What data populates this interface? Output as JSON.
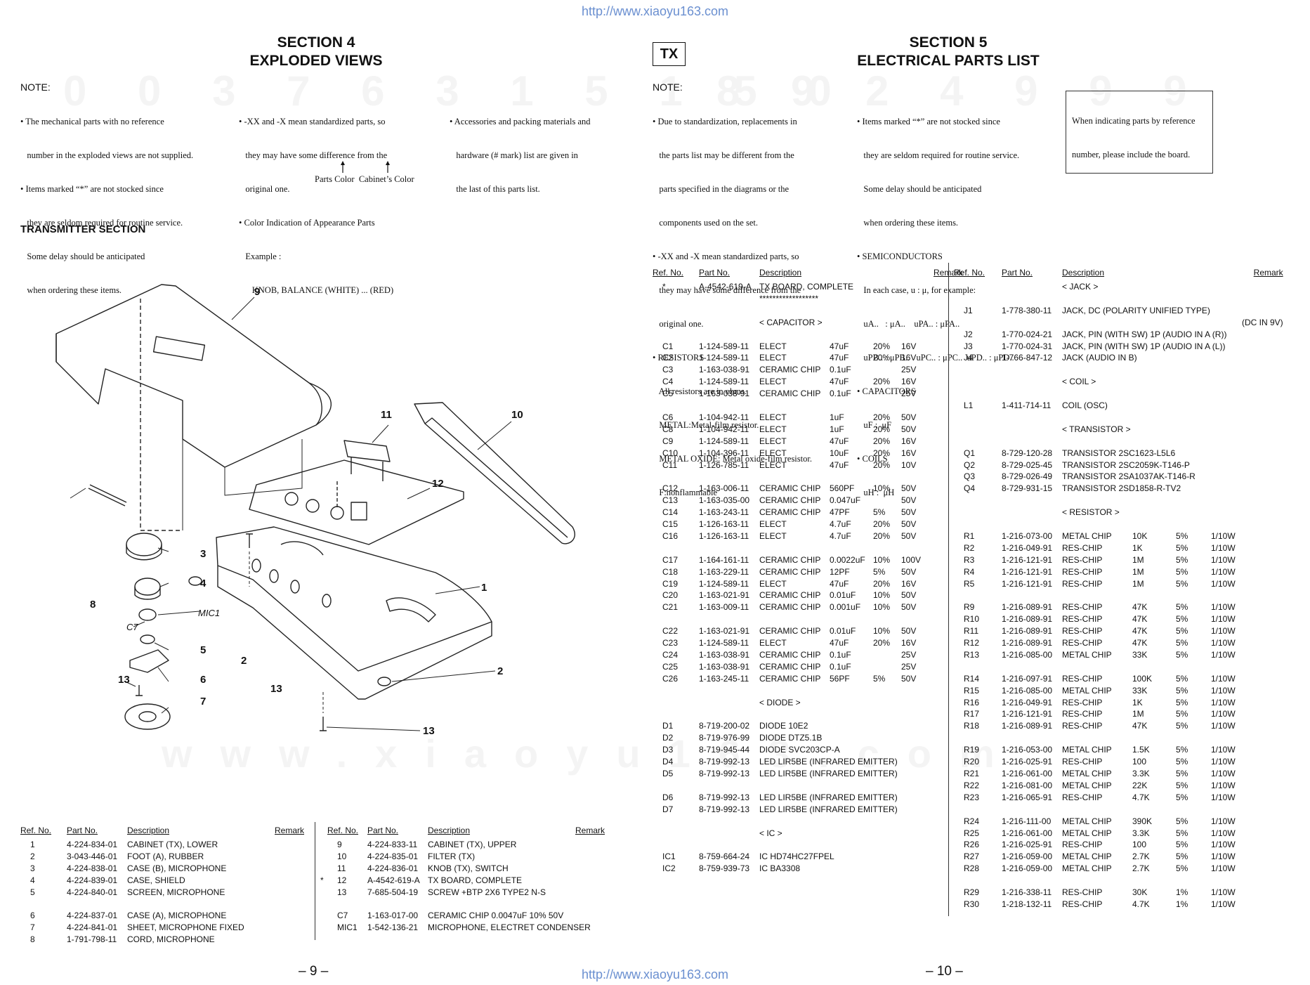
{
  "header": {
    "url_top": "http://www.xiaoyu163.com",
    "url_bottom": "http://www.xiaoyu163.com"
  },
  "left": {
    "section_title": [
      "SECTION 4",
      "EXPLODED VIEWS"
    ],
    "note_label": "NOTE:",
    "note_col1": [
      "• The mechanical parts with no reference",
      "   number in the exploded views are not supplied.",
      "• Items marked “*” are not stocked since",
      "   they are seldom required for routine service.",
      "   Some delay should be anticipated",
      "   when ordering these items."
    ],
    "note_col2": [
      "• -XX and -X mean standardized parts, so",
      "   they may have some difference from the",
      "   original one.",
      "• Color Indication of Appearance Parts",
      "   Example :",
      "      KNOB, BALANCE (WHITE) ... (RED)"
    ],
    "color_caption": "Parts Color  Cabinet’s Color",
    "note_col3": [
      "• Accessories and packing materials and",
      "   hardware (# mark) list are given in",
      "   the last of this parts list."
    ],
    "subsection": "TRANSMITTER SECTION",
    "diagram_labels": [
      "9",
      "11",
      "10",
      "12",
      "3",
      "4",
      "MIC1",
      "8",
      "C7",
      "1",
      "5",
      "2",
      "6",
      "13",
      "7",
      "2",
      "13",
      "13"
    ],
    "table_headers": [
      "Ref. No.",
      "Part No.",
      "Description",
      "Remark"
    ],
    "table1": [
      [
        "1",
        "4-224-834-01",
        "CABINET (TX), LOWER"
      ],
      [
        "2",
        "3-043-446-01",
        "FOOT (A), RUBBER"
      ],
      [
        "3",
        "4-224-838-01",
        "CASE (B), MICROPHONE"
      ],
      [
        "4",
        "4-224-839-01",
        "CASE, SHIELD"
      ],
      [
        "5",
        "4-224-840-01",
        "SCREEN, MICROPHONE"
      ],
      [
        "",
        "",
        ""
      ],
      [
        "6",
        "4-224-837-01",
        "CASE (A), MICROPHONE"
      ],
      [
        "7",
        "4-224-841-01",
        "SHEET, MICROPHONE FIXED"
      ],
      [
        "8",
        "1-791-798-11",
        "CORD, MICROPHONE"
      ]
    ],
    "table2": [
      [
        "",
        "9",
        "4-224-833-11",
        "CABINET (TX), UPPER"
      ],
      [
        "",
        "10",
        "4-224-835-01",
        "FILTER (TX)"
      ],
      [
        "",
        "11",
        "4-224-836-01",
        "KNOB (TX), SWITCH"
      ],
      [
        "*",
        "12",
        "A-4542-619-A",
        "TX BOARD, COMPLETE"
      ],
      [
        "",
        "13",
        "7-685-504-19",
        "SCREW +BTP 2X6 TYPE2 N-S"
      ],
      [
        "",
        "",
        "",
        ""
      ],
      [
        "",
        "C7",
        "1-163-017-00",
        "CERAMIC CHIP     0.0047uF   10%       50V"
      ],
      [
        "",
        "MIC1",
        "1-542-136-21",
        "MICROPHONE, ELECTRET CONDENSER"
      ]
    ],
    "page_no": "– 9 –"
  },
  "right": {
    "tx_box": "TX",
    "section_title": [
      "SECTION 5",
      "ELECTRICAL PARTS LIST"
    ],
    "note_label": "NOTE:",
    "note_col1": [
      "• Due to standardization, replacements in",
      "   the parts list may be different from the",
      "   parts specified in the diagrams or the",
      "   components used on the set.",
      "• -XX and -X mean standardized parts, so",
      "   they may have some difference from the",
      "   original one.",
      "• RESISTORS",
      "   All resistors are in ohms.",
      "   METAL:Metal-film resistor.",
      "   METAL OXIDE: Metal oxide-film resistor.",
      "   F:nonflammable"
    ],
    "note_col2": [
      "• Items marked “*” are not stocked since",
      "   they are seldom required for routine service.",
      "   Some delay should be anticipated",
      "   when ordering these items.",
      "• SEMICONDUCTORS",
      "   In each case, u : μ, for example:",
      "   uA..   : μA..    uPA.. : μPA..",
      "   uPB.. : μPB..   uPC.. : μPC..  uPD.. : μPD..",
      "• CAPACITORS",
      "   uF :  μF",
      "• COILS",
      "   uH :  μH"
    ],
    "box_note": [
      "When indicating parts by reference",
      "number, please include the board."
    ],
    "table_headers": [
      "Ref. No.",
      "Part No.",
      "Description",
      "Remark"
    ],
    "table_left": [
      [
        "*",
        "A-4542-619-A",
        "TX BOARD, COMPLETE",
        "",
        "",
        "",
        ""
      ],
      [
        "",
        "",
        "******************",
        "",
        "",
        "",
        ""
      ],
      [
        "",
        "",
        "",
        "",
        "",
        "",
        ""
      ],
      [
        "",
        "",
        "< CAPACITOR >",
        "",
        "",
        "",
        ""
      ],
      [
        "",
        "",
        "",
        "",
        "",
        "",
        ""
      ],
      [
        "C1",
        "1-124-589-11",
        "ELECT",
        "47uF",
        "20%",
        "16V",
        ""
      ],
      [
        "C2",
        "1-124-589-11",
        "ELECT",
        "47uF",
        "20%",
        "16V",
        ""
      ],
      [
        "C3",
        "1-163-038-91",
        "CERAMIC CHIP",
        "0.1uF",
        "",
        "25V",
        ""
      ],
      [
        "C4",
        "1-124-589-11",
        "ELECT",
        "47uF",
        "20%",
        "16V",
        ""
      ],
      [
        "C5",
        "1-163-038-91",
        "CERAMIC CHIP",
        "0.1uF",
        "",
        "25V",
        ""
      ],
      [
        "",
        "",
        "",
        "",
        "",
        "",
        ""
      ],
      [
        "C6",
        "1-104-942-11",
        "ELECT",
        "1uF",
        "20%",
        "50V",
        ""
      ],
      [
        "C8",
        "1-104-942-11",
        "ELECT",
        "1uF",
        "20%",
        "50V",
        ""
      ],
      [
        "C9",
        "1-124-589-11",
        "ELECT",
        "47uF",
        "20%",
        "16V",
        ""
      ],
      [
        "C10",
        "1-104-396-11",
        "ELECT",
        "10uF",
        "20%",
        "16V",
        ""
      ],
      [
        "C11",
        "1-126-785-11",
        "ELECT",
        "47uF",
        "20%",
        "10V",
        ""
      ],
      [
        "",
        "",
        "",
        "",
        "",
        "",
        ""
      ],
      [
        "C12",
        "1-163-006-11",
        "CERAMIC CHIP",
        "560PF",
        "10%",
        "50V",
        ""
      ],
      [
        "C13",
        "1-163-035-00",
        "CERAMIC CHIP",
        "0.047uF",
        "",
        "50V",
        ""
      ],
      [
        "C14",
        "1-163-243-11",
        "CERAMIC CHIP",
        "47PF",
        "5%",
        "50V",
        ""
      ],
      [
        "C15",
        "1-126-163-11",
        "ELECT",
        "4.7uF",
        "20%",
        "50V",
        ""
      ],
      [
        "C16",
        "1-126-163-11",
        "ELECT",
        "4.7uF",
        "20%",
        "50V",
        ""
      ],
      [
        "",
        "",
        "",
        "",
        "",
        "",
        ""
      ],
      [
        "C17",
        "1-164-161-11",
        "CERAMIC CHIP",
        "0.0022uF",
        "10%",
        "100V",
        ""
      ],
      [
        "C18",
        "1-163-229-11",
        "CERAMIC CHIP",
        "12PF",
        "5%",
        "50V",
        ""
      ],
      [
        "C19",
        "1-124-589-11",
        "ELECT",
        "47uF",
        "20%",
        "16V",
        ""
      ],
      [
        "C20",
        "1-163-021-91",
        "CERAMIC CHIP",
        "0.01uF",
        "10%",
        "50V",
        ""
      ],
      [
        "C21",
        "1-163-009-11",
        "CERAMIC CHIP",
        "0.001uF",
        "10%",
        "50V",
        ""
      ],
      [
        "",
        "",
        "",
        "",
        "",
        "",
        ""
      ],
      [
        "C22",
        "1-163-021-91",
        "CERAMIC CHIP",
        "0.01uF",
        "10%",
        "50V",
        ""
      ],
      [
        "C23",
        "1-124-589-11",
        "ELECT",
        "47uF",
        "20%",
        "16V",
        ""
      ],
      [
        "C24",
        "1-163-038-91",
        "CERAMIC CHIP",
        "0.1uF",
        "",
        "25V",
        ""
      ],
      [
        "C25",
        "1-163-038-91",
        "CERAMIC CHIP",
        "0.1uF",
        "",
        "25V",
        ""
      ],
      [
        "C26",
        "1-163-245-11",
        "CERAMIC CHIP",
        "56PF",
        "5%",
        "50V",
        ""
      ],
      [
        "",
        "",
        "",
        "",
        "",
        "",
        ""
      ],
      [
        "",
        "",
        "< DIODE >",
        "",
        "",
        "",
        ""
      ],
      [
        "",
        "",
        "",
        "",
        "",
        "",
        ""
      ],
      [
        "D1",
        "8-719-200-02",
        "DIODE   10E2",
        "",
        "",
        "",
        ""
      ],
      [
        "D2",
        "8-719-976-99",
        "DIODE   DTZ5.1B",
        "",
        "",
        "",
        ""
      ],
      [
        "D3",
        "8-719-945-44",
        "DIODE   SVC203CP-A",
        "",
        "",
        "",
        ""
      ],
      [
        "D4",
        "8-719-992-13",
        "LED   LIR5BE (INFRARED EMITTER)",
        "",
        "",
        "",
        ""
      ],
      [
        "D5",
        "8-719-992-13",
        "LED   LIR5BE (INFRARED EMITTER)",
        "",
        "",
        "",
        ""
      ],
      [
        "",
        "",
        "",
        "",
        "",
        "",
        ""
      ],
      [
        "D6",
        "8-719-992-13",
        "LED   LIR5BE (INFRARED EMITTER)",
        "",
        "",
        "",
        ""
      ],
      [
        "D7",
        "8-719-992-13",
        "LED   LIR5BE (INFRARED EMITTER)",
        "",
        "",
        "",
        ""
      ],
      [
        "",
        "",
        "",
        "",
        "",
        "",
        ""
      ],
      [
        "",
        "",
        "< IC >",
        "",
        "",
        "",
        ""
      ],
      [
        "",
        "",
        "",
        "",
        "",
        "",
        ""
      ],
      [
        "IC1",
        "8-759-664-24",
        "IC   HD74HC27FPEL",
        "",
        "",
        "",
        ""
      ],
      [
        "IC2",
        "8-759-939-73",
        "IC   BA3308",
        "",
        "",
        "",
        ""
      ]
    ],
    "table_right": [
      [
        "",
        "",
        "< JACK >",
        "",
        "",
        "",
        ""
      ],
      [
        "",
        "",
        "",
        "",
        "",
        "",
        ""
      ],
      [
        "J1",
        "1-778-380-11",
        "JACK, DC (POLARITY UNIFIED TYPE)",
        "",
        "",
        "",
        ""
      ],
      [
        "",
        "",
        "",
        "",
        "",
        "",
        "(DC IN 9V)"
      ],
      [
        "J2",
        "1-770-024-21",
        "JACK, PIN (WITH SW) 1P (AUDIO IN A (R))",
        "",
        "",
        "",
        ""
      ],
      [
        "J3",
        "1-770-024-31",
        "JACK, PIN (WITH SW) 1P (AUDIO IN A (L))",
        "",
        "",
        "",
        ""
      ],
      [
        "J4",
        "1-766-847-12",
        "JACK (AUDIO IN B)",
        "",
        "",
        "",
        ""
      ],
      [
        "",
        "",
        "",
        "",
        "",
        "",
        ""
      ],
      [
        "",
        "",
        "< COIL >",
        "",
        "",
        "",
        ""
      ],
      [
        "",
        "",
        "",
        "",
        "",
        "",
        ""
      ],
      [
        "L1",
        "1-411-714-11",
        "COIL (OSC)",
        "",
        "",
        "",
        ""
      ],
      [
        "",
        "",
        "",
        "",
        "",
        "",
        ""
      ],
      [
        "",
        "",
        "< TRANSISTOR >",
        "",
        "",
        "",
        ""
      ],
      [
        "",
        "",
        "",
        "",
        "",
        "",
        ""
      ],
      [
        "Q1",
        "8-729-120-28",
        "TRANSISTOR   2SC1623-L5L6",
        "",
        "",
        "",
        ""
      ],
      [
        "Q2",
        "8-729-025-45",
        "TRANSISTOR   2SC2059K-T146-P",
        "",
        "",
        "",
        ""
      ],
      [
        "Q3",
        "8-729-026-49",
        "TRANSISTOR   2SA1037AK-T146-R",
        "",
        "",
        "",
        ""
      ],
      [
        "Q4",
        "8-729-931-15",
        "TRANSISTOR   2SD1858-R-TV2",
        "",
        "",
        "",
        ""
      ],
      [
        "",
        "",
        "",
        "",
        "",
        "",
        ""
      ],
      [
        "",
        "",
        "< RESISTOR >",
        "",
        "",
        "",
        ""
      ],
      [
        "",
        "",
        "",
        "",
        "",
        "",
        ""
      ],
      [
        "R1",
        "1-216-073-00",
        "METAL CHIP",
        "10K",
        "5%",
        "1/10W",
        ""
      ],
      [
        "R2",
        "1-216-049-91",
        "RES-CHIP",
        "1K",
        "5%",
        "1/10W",
        ""
      ],
      [
        "R3",
        "1-216-121-91",
        "RES-CHIP",
        "1M",
        "5%",
        "1/10W",
        ""
      ],
      [
        "R4",
        "1-216-121-91",
        "RES-CHIP",
        "1M",
        "5%",
        "1/10W",
        ""
      ],
      [
        "R5",
        "1-216-121-91",
        "RES-CHIP",
        "1M",
        "5%",
        "1/10W",
        ""
      ],
      [
        "",
        "",
        "",
        "",
        "",
        "",
        ""
      ],
      [
        "R9",
        "1-216-089-91",
        "RES-CHIP",
        "47K",
        "5%",
        "1/10W",
        ""
      ],
      [
        "R10",
        "1-216-089-91",
        "RES-CHIP",
        "47K",
        "5%",
        "1/10W",
        ""
      ],
      [
        "R11",
        "1-216-089-91",
        "RES-CHIP",
        "47K",
        "5%",
        "1/10W",
        ""
      ],
      [
        "R12",
        "1-216-089-91",
        "RES-CHIP",
        "47K",
        "5%",
        "1/10W",
        ""
      ],
      [
        "R13",
        "1-216-085-00",
        "METAL CHIP",
        "33K",
        "5%",
        "1/10W",
        ""
      ],
      [
        "",
        "",
        "",
        "",
        "",
        "",
        ""
      ],
      [
        "R14",
        "1-216-097-91",
        "RES-CHIP",
        "100K",
        "5%",
        "1/10W",
        ""
      ],
      [
        "R15",
        "1-216-085-00",
        "METAL CHIP",
        "33K",
        "5%",
        "1/10W",
        ""
      ],
      [
        "R16",
        "1-216-049-91",
        "RES-CHIP",
        "1K",
        "5%",
        "1/10W",
        ""
      ],
      [
        "R17",
        "1-216-121-91",
        "RES-CHIP",
        "1M",
        "5%",
        "1/10W",
        ""
      ],
      [
        "R18",
        "1-216-089-91",
        "RES-CHIP",
        "47K",
        "5%",
        "1/10W",
        ""
      ],
      [
        "",
        "",
        "",
        "",
        "",
        "",
        ""
      ],
      [
        "R19",
        "1-216-053-00",
        "METAL CHIP",
        "1.5K",
        "5%",
        "1/10W",
        ""
      ],
      [
        "R20",
        "1-216-025-91",
        "RES-CHIP",
        "100",
        "5%",
        "1/10W",
        ""
      ],
      [
        "R21",
        "1-216-061-00",
        "METAL CHIP",
        "3.3K",
        "5%",
        "1/10W",
        ""
      ],
      [
        "R22",
        "1-216-081-00",
        "METAL CHIP",
        "22K",
        "5%",
        "1/10W",
        ""
      ],
      [
        "R23",
        "1-216-065-91",
        "RES-CHIP",
        "4.7K",
        "5%",
        "1/10W",
        ""
      ],
      [
        "",
        "",
        "",
        "",
        "",
        "",
        ""
      ],
      [
        "R24",
        "1-216-111-00",
        "METAL CHIP",
        "390K",
        "5%",
        "1/10W",
        ""
      ],
      [
        "R25",
        "1-216-061-00",
        "METAL CHIP",
        "3.3K",
        "5%",
        "1/10W",
        ""
      ],
      [
        "R26",
        "1-216-025-91",
        "RES-CHIP",
        "100",
        "5%",
        "1/10W",
        ""
      ],
      [
        "R27",
        "1-216-059-00",
        "METAL CHIP",
        "2.7K",
        "5%",
        "1/10W",
        ""
      ],
      [
        "R28",
        "1-216-059-00",
        "METAL CHIP",
        "2.7K",
        "5%",
        "1/10W",
        ""
      ],
      [
        "",
        "",
        "",
        "",
        "",
        "",
        ""
      ],
      [
        "R29",
        "1-216-338-11",
        "RES-CHIP",
        "30K",
        "1%",
        "1/10W",
        ""
      ],
      [
        "R30",
        "1-218-132-11",
        "RES-CHIP",
        "4.7K",
        "1%",
        "1/10W",
        ""
      ]
    ],
    "page_no": "– 10 –"
  }
}
